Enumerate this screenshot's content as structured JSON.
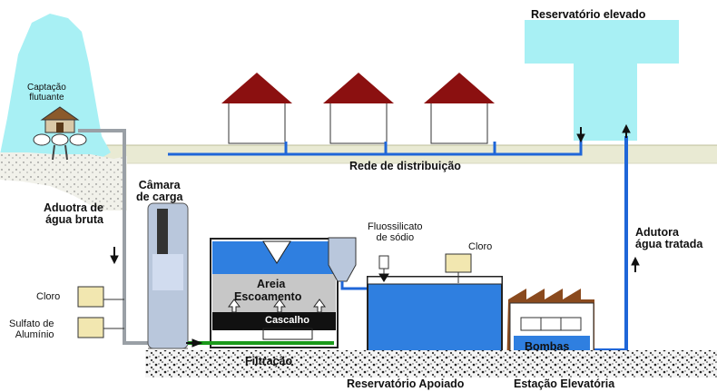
{
  "labels": {
    "reservatorio_elevado": "Reservatório elevado",
    "captacao": [
      "Captação",
      "flutuante"
    ],
    "rede": "Rede de distribuição",
    "camara": [
      "Câmara",
      "de carga"
    ],
    "adutora_bruta": [
      "Aduotra de",
      "água bruta"
    ],
    "fluossilicato": [
      "Fluossilicato",
      "de sódio"
    ],
    "cloro_right": "Cloro",
    "cloro_left": "Cloro",
    "sulfato": [
      "Sulfato de",
      "Alumínio"
    ],
    "areia": "Areia",
    "escoamento": "Escoamento",
    "cascalho": "Cascalho",
    "filtracao": "Filtração",
    "adutora_tratada": [
      "Adutora",
      "água tratada"
    ],
    "bombas": "Bombas",
    "reservatorio_apoiado": "Reservatório Apoiado",
    "estacao": "Estação Elevatória"
  },
  "colors": {
    "water": "#2f7fe0",
    "pipe_blue": "#1f66d8",
    "pipe_gray": "#9aa0a6",
    "elevated_tank": "#a8f0f4",
    "lake": "#a8f0f4",
    "ground": "#e9ead3",
    "roof": "#8b1010",
    "sand": "#c7c7c7",
    "gravel": "#111111"
  }
}
